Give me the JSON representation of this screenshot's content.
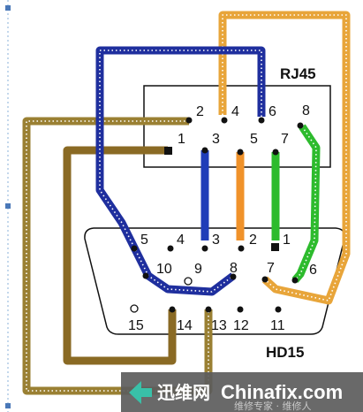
{
  "rj45": {
    "title": "RJ45",
    "pins": [
      "1",
      "2",
      "3",
      "4",
      "5",
      "6",
      "7",
      "8"
    ]
  },
  "hd15": {
    "title": "HD15",
    "pins": [
      "1",
      "2",
      "3",
      "4",
      "5",
      "6",
      "7",
      "8",
      "9",
      "10",
      "11",
      "12",
      "13",
      "14",
      "15"
    ]
  },
  "wires": [
    {
      "name": "wire-orange-dotted",
      "from": "RJ45-4",
      "to": "HD15-7",
      "color": "#e8a53a"
    },
    {
      "name": "wire-blue-dotted",
      "from": "RJ45-6",
      "to": "HD15-8",
      "color": "#1f2f9e"
    },
    {
      "name": "wire-khaki-dotted",
      "from": "RJ45-2",
      "to": "HD15-13",
      "color": "#9a8033"
    },
    {
      "name": "wire-brown",
      "from": "RJ45-1",
      "to": "HD15-14",
      "color": "#8a6a24"
    },
    {
      "name": "wire-blue-solid",
      "from": "RJ45-3",
      "to": "HD15-3",
      "color": "#1f3db8"
    },
    {
      "name": "wire-orange-solid",
      "from": "RJ45-5",
      "to": "HD15-2",
      "color": "#f0922a"
    },
    {
      "name": "wire-green-solid",
      "from": "RJ45-7",
      "to": "HD15-1",
      "color": "#2dbb2d"
    },
    {
      "name": "wire-green-dotted",
      "from": "RJ45-8",
      "to": "HD15-6",
      "color": "#2dbb2d"
    }
  ],
  "watermark": {
    "cn": "迅维网",
    "en": "Chinafix.com",
    "sub": "维修专家 · 维修人"
  }
}
